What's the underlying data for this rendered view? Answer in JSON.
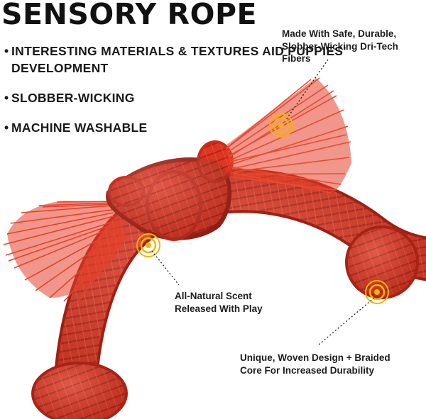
{
  "title": "SENSORY ROPE",
  "bullets": [
    "INTERESTING MATERIALS & TEXTURES AID PUPPIES' DEVELOPMENT",
    "SLOBBER-WICKING",
    "MACHINE WASHABLE"
  ],
  "callouts": {
    "fibers": "Made With Safe, Durable, Slobber-Wicking Dri-Tech Fibers",
    "scent": "All-Natural Scent Released With Play",
    "weave": "Unique, Woven Design + Braided Core For Increased Durability"
  },
  "colors": {
    "rope": "#e23b25",
    "rope_dark": "#b9261a",
    "hotspot": "#f4b400"
  }
}
